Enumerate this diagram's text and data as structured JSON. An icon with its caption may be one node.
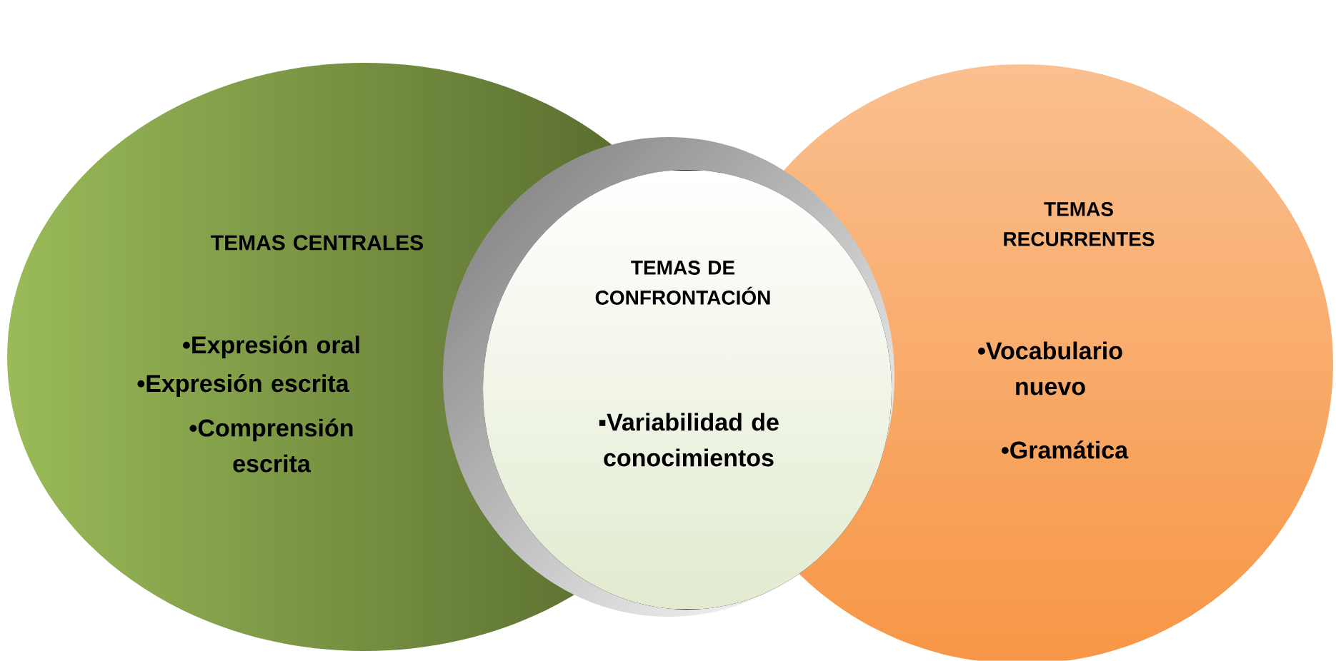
{
  "diagram": {
    "nodes": [
      {
        "text": [
          "TEMAS CENTRALES",
          "•Expresión oral",
          "•Expresión escrita",
          "•Comprensión escrita"
        ]
      },
      {
        "text": [
          "TEMAS RECURRENTES",
          "•Vocabulario nuevo",
          "•Gramática"
        ]
      },
      {
        "text": [
          "TEMAS DE CONFRONTACIÓN",
          "▪Variabilidad de conocimientos"
        ]
      }
    ]
  }
}
